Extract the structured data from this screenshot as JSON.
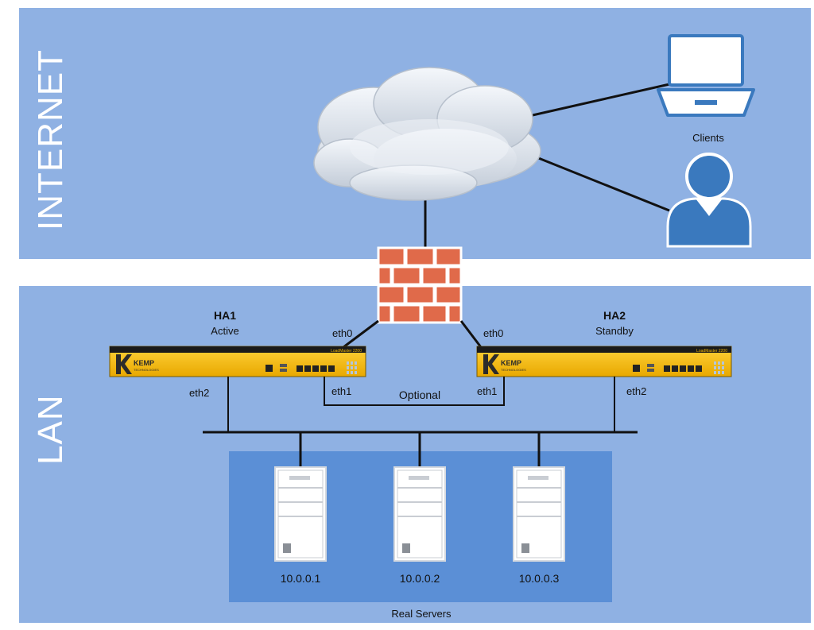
{
  "zones": {
    "internet": {
      "title": "INTERNET"
    },
    "lan": {
      "title": "LAN"
    }
  },
  "clients": {
    "label": "Clients",
    "icons": [
      "laptop-icon",
      "user-icon"
    ]
  },
  "cloud": {
    "icon": "cloud-icon"
  },
  "firewall": {
    "icon": "brick-firewall-icon"
  },
  "ha1": {
    "name": "HA1",
    "state": "Active",
    "brand": "KEMP",
    "brand_sub": "TECHNOLOGIES",
    "model": "LoadMaster 2200",
    "ports": {
      "eth0": "eth0",
      "eth1": "eth1",
      "eth2": "eth2"
    }
  },
  "ha2": {
    "name": "HA2",
    "state": "Standby",
    "brand": "KEMP",
    "brand_sub": "TECHNOLOGIES",
    "model": "LoadMaster 2200",
    "ports": {
      "eth0": "eth0",
      "eth1": "eth1",
      "eth2": "eth2"
    }
  },
  "sync_link": {
    "label": "Optional"
  },
  "servers": {
    "group_label": "Real Servers",
    "items": [
      {
        "ip": "10.0.0.1"
      },
      {
        "ip": "10.0.0.2"
      },
      {
        "ip": "10.0.0.3"
      }
    ]
  },
  "colors": {
    "zone_fill": "#8fb1e3",
    "server_area": "#5b8fd6",
    "appliance_yellow": "#f2b705",
    "firewall_brick": "#e06a4a",
    "user_blue": "#3a79be"
  }
}
